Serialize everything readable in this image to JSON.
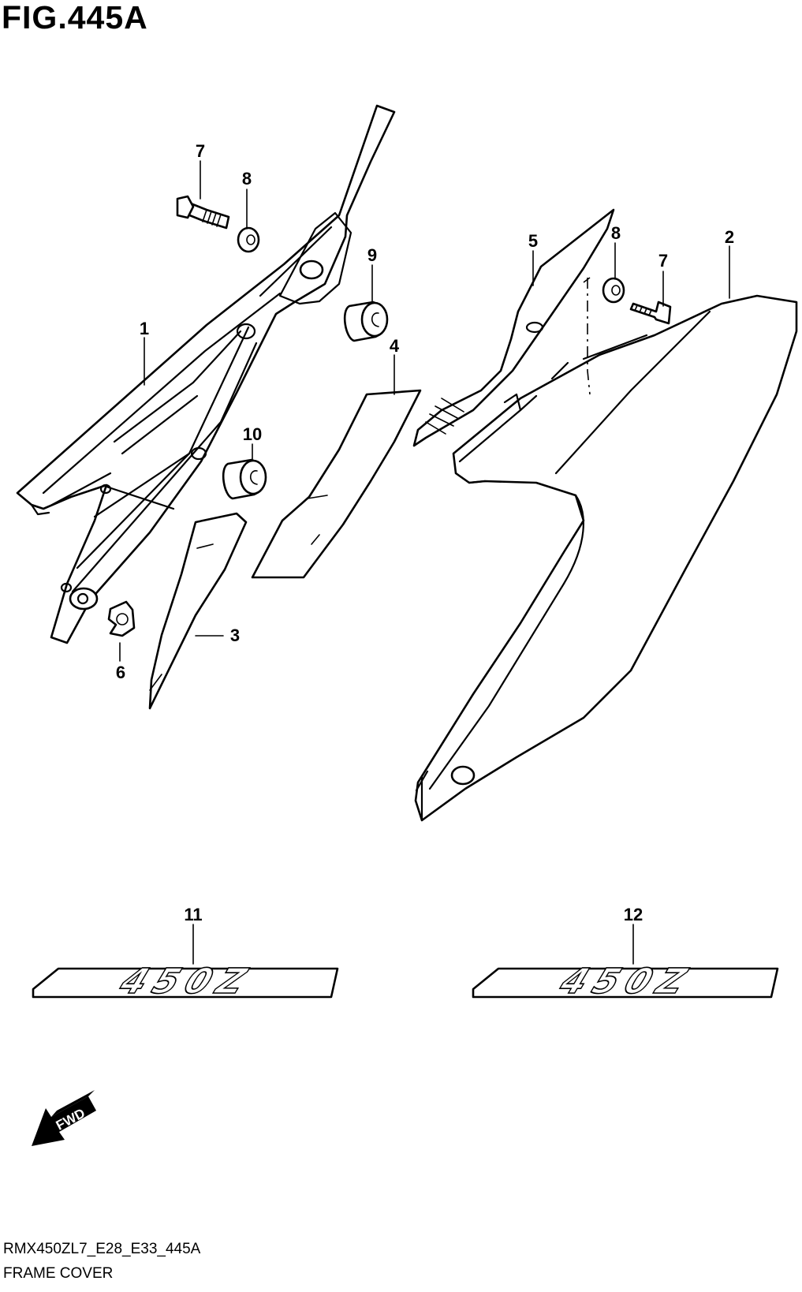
{
  "figure_title": "FIG.445A",
  "callouts": [
    {
      "id": "1",
      "label": "1"
    },
    {
      "id": "2",
      "label": "2"
    },
    {
      "id": "3",
      "label": "3"
    },
    {
      "id": "4",
      "label": "4"
    },
    {
      "id": "5",
      "label": "5"
    },
    {
      "id": "6",
      "label": "6"
    },
    {
      "id": "7a",
      "label": "7"
    },
    {
      "id": "7b",
      "label": "7"
    },
    {
      "id": "8a",
      "label": "8"
    },
    {
      "id": "8b",
      "label": "8"
    },
    {
      "id": "9",
      "label": "9"
    },
    {
      "id": "10",
      "label": "10"
    },
    {
      "id": "11",
      "label": "11"
    },
    {
      "id": "12",
      "label": "12"
    }
  ],
  "emblem_text": "450Z",
  "direction_arrow": "FWD",
  "footer": {
    "code": "RMX450ZL7_E28_E33_445A",
    "name": "FRAME COVER"
  }
}
